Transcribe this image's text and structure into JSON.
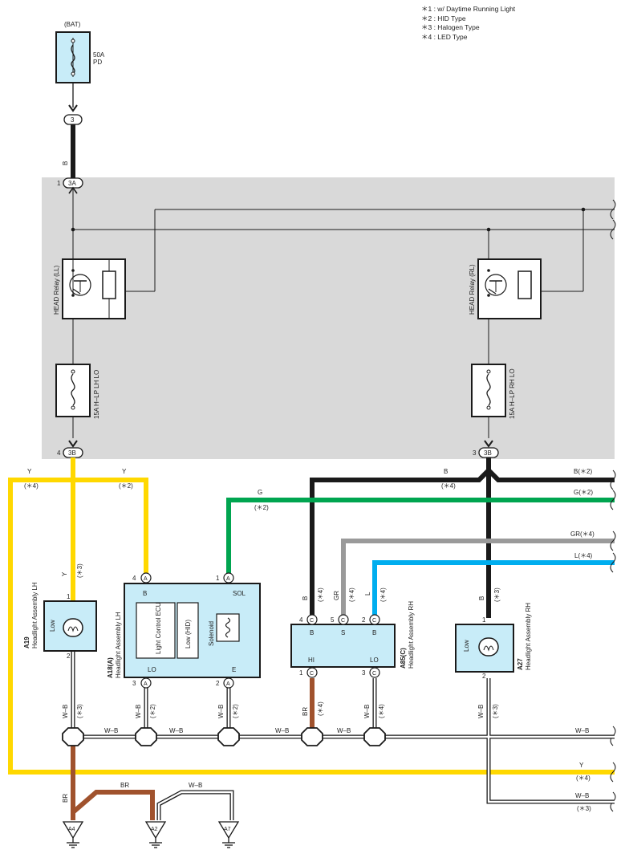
{
  "legend": [
    "＊1 : w/ Daytime Running Light",
    "＊2 : HID Type",
    "＊3 : Halogen Type",
    "＊4 : LED Type"
  ],
  "battery": {
    "label": "(BAT)",
    "fuse_amp": "50A",
    "fuse_name": "PD"
  },
  "connectors": {
    "c3": "3",
    "c3a": "3A",
    "c3a_pin": "1",
    "c3b_left": "3B",
    "c3b_left_pin": "4",
    "c3b_right": "3B",
    "c3b_right_pin": "3",
    "a": "A",
    "c": "C"
  },
  "relays": {
    "left": "HEAD Relay (LL)",
    "right": "HEAD Relay (RL)"
  },
  "fuses": {
    "left": "15A H–LP LH LO",
    "right": "15A H–LP RH LO"
  },
  "wires": {
    "b": "B",
    "y": "Y",
    "g": "G",
    "gr": "GR",
    "l": "L",
    "br": "BR",
    "wb": "W–B",
    "b2": "B(＊2)",
    "g2": "G(＊2)",
    "gr4": "GR(＊4)",
    "l4": "L(＊4)",
    "n2": "(＊2)",
    "n3": "(＊3)",
    "n4": "(＊4)"
  },
  "components": {
    "a19_id": "A19",
    "a19_name": "Headlight Assembly LH",
    "a19_low": "Low",
    "a18_id": "A18(A)",
    "a18_name": "Headlight Assembly LH",
    "a18_b": "B",
    "a18_sol": "SOL",
    "a18_lo": "LO",
    "a18_e": "E",
    "a18_ecu": "Light Control ECU",
    "a18_hid": "Low (HID)",
    "a18_solenoid": "Solenoid",
    "a18_p4": "4",
    "a18_p1": "1",
    "a18_p3": "3",
    "a18_p2": "2",
    "a85_id": "A85(C)",
    "a85_name": "Headlight Assembly RH",
    "a85_b": "B",
    "a85_s": "S",
    "a85_hi": "HI",
    "a85_lo": "LO",
    "a85_p4": "4",
    "a85_p5": "5",
    "a85_p2": "2",
    "a85_p1": "1",
    "a85_p3": "3",
    "a27_id": "A27",
    "a27_name": "Headlight Assembly RH",
    "a27_low": "Low",
    "p1": "1",
    "p2": "2"
  },
  "grounds": {
    "a4": "A4",
    "a2": "A2",
    "a7": "A7"
  },
  "colors": {
    "relay_box": "#d9d9d9",
    "component_fill": "#c8ecf8",
    "black": "#1a1a1a",
    "yellow": "#ffd800",
    "green": "#00a550",
    "gray": "#9a9a9a",
    "blue": "#00aeef",
    "brown": "#a0522d",
    "white_wire": "#ffffff"
  }
}
